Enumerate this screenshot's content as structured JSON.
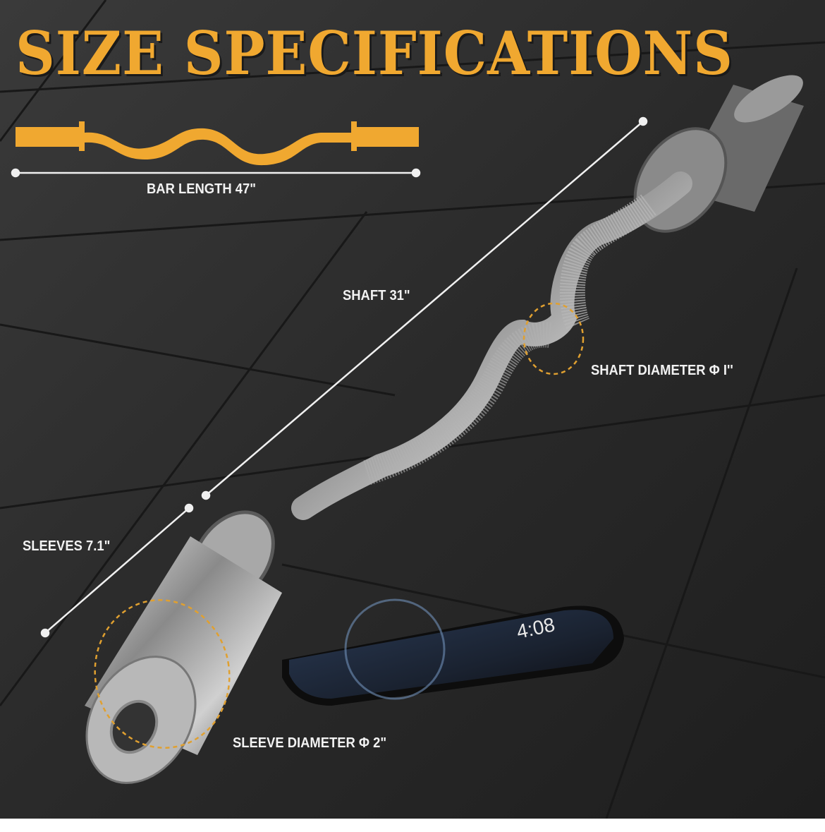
{
  "title": "SIZE SPECIFICATIONS",
  "labels": {
    "bar_length": "BAR LENGTH 47\"",
    "shaft": "SHAFT 31\"",
    "shaft_diameter": "SHAFT DIAMETER Φ I''",
    "sleeves": "SLEEVES 7.1\"",
    "sleeve_diameter": "SLEEVE DIAMETER Φ 2\""
  },
  "phone": {
    "time": "4:08"
  },
  "colors": {
    "accent": "#f0a830",
    "background": "#2b2b2b",
    "label": "#f2f2f2"
  }
}
